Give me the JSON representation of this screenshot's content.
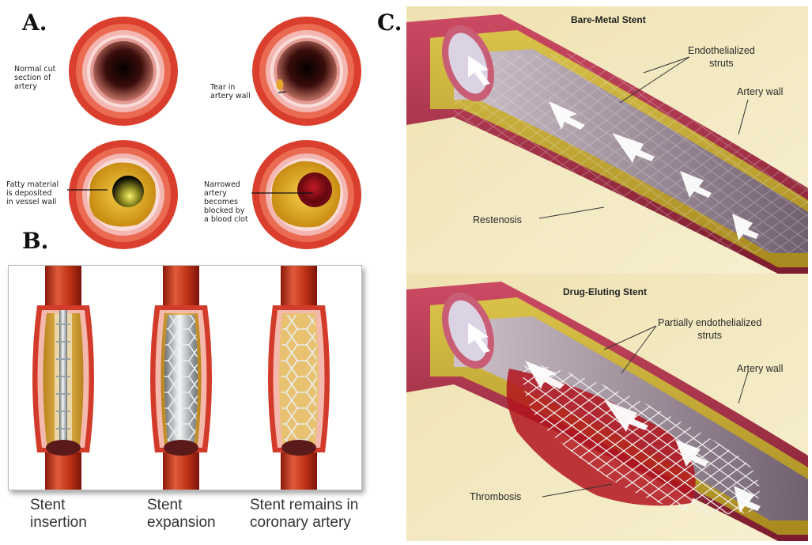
{
  "panels": {
    "a_letter": "A.",
    "b_letter": "B.",
    "c_letter": "C."
  },
  "panel_a": {
    "normal": "Normal cut\nsection of\nartery",
    "tear": "Tear in\nartery wall",
    "fatty": "Fatty material\nis deposited\nin vessel wall",
    "clot": "Narrowed\nartery\nbecomes\nblocked by\na blood clot"
  },
  "panel_b": {
    "captions": [
      "Stent\ninsertion",
      "Stent\nexpansion",
      "Stent remains in\ncoronary artery"
    ]
  },
  "panel_c": {
    "top": {
      "title": "Bare-Metal Stent",
      "struts": "Endothelialized\nstruts",
      "wall": "Artery wall",
      "lesion": "Restenosis"
    },
    "bottom": {
      "title": "Drug-Eluting Stent",
      "struts": "Partially endothelialized\nstruts",
      "wall": "Artery wall",
      "lesion": "Thrombosis"
    }
  }
}
